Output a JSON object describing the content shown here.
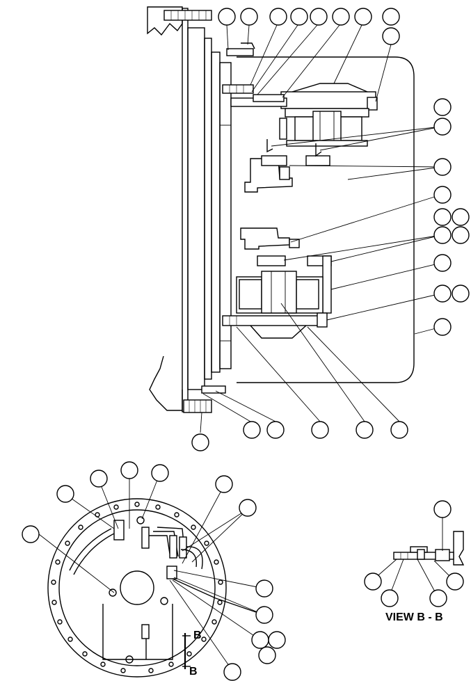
{
  "view_title": "VIEW B - B",
  "section_marks": [
    "B",
    "B"
  ]
}
